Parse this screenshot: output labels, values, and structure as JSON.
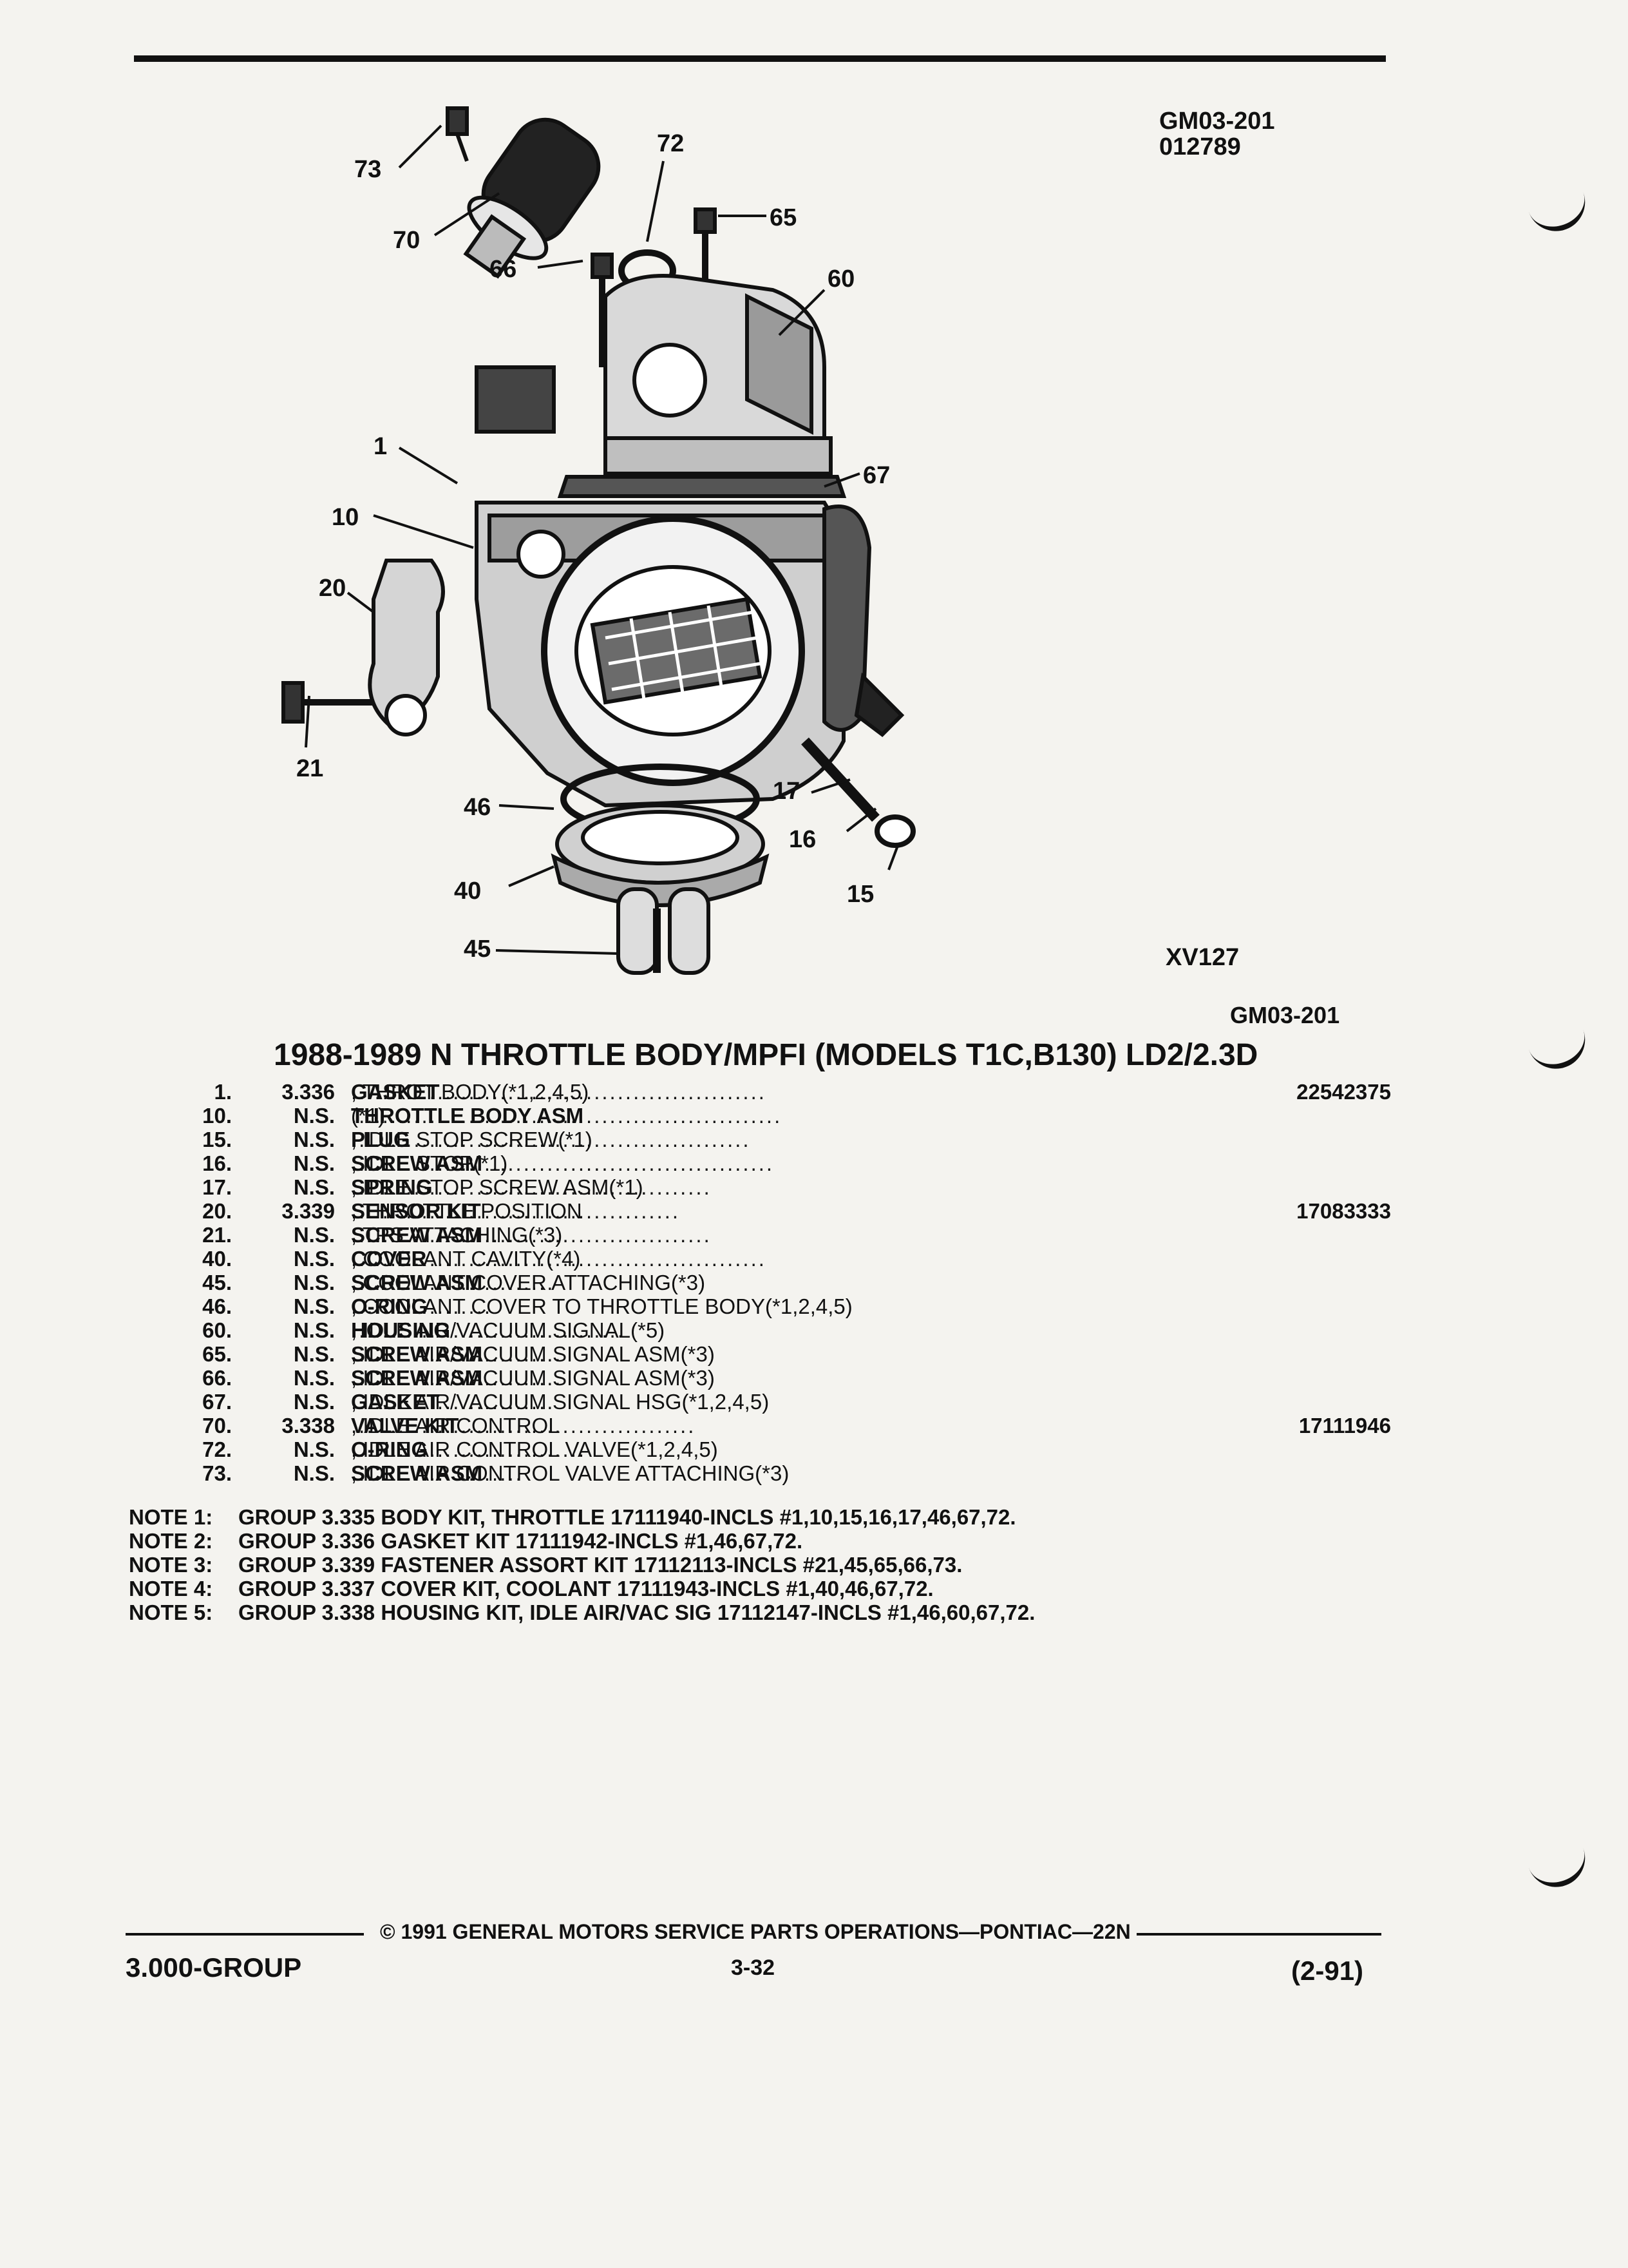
{
  "header": {
    "code_line1": "GM03-201",
    "code_line2": "012789"
  },
  "diagram": {
    "callouts": [
      "73",
      "72",
      "65",
      "70",
      "66",
      "60",
      "1",
      "67",
      "10",
      "20",
      "21",
      "46",
      "17",
      "16",
      "40",
      "15",
      "45"
    ],
    "illustration_code": "XV127"
  },
  "section_code": "GM03-201",
  "title": "1988-1989 N THROTTLE BODY/MPFI (MODELS T1C,B130) LD2/2.3D",
  "parts": [
    {
      "num": "1.",
      "group": "3.336",
      "name": "GASKET",
      "desc": ", THROT BODY(*1,2,4,5)",
      "part": "22542375"
    },
    {
      "num": "10.",
      "group": "N.S.",
      "name": "THROTTLE BODY ASM",
      "desc": "(*1)",
      "part": ""
    },
    {
      "num": "15.",
      "group": "N.S.",
      "name": "PLUG",
      "desc": ", IDLE STOP SCREW(*1)",
      "part": ""
    },
    {
      "num": "16.",
      "group": "N.S.",
      "name": "SCREW ASM",
      "desc": ", IDLE STOP(*1)",
      "part": ""
    },
    {
      "num": "17.",
      "group": "N.S.",
      "name": "SPRING",
      "desc": ", IDLE STOP SCREW ASM(*1)",
      "part": ""
    },
    {
      "num": "20.",
      "group": "3.339",
      "name": "SENSOR KIT",
      "desc": ", THROTTLE POSITION",
      "part": "17083333"
    },
    {
      "num": "21.",
      "group": "N.S.",
      "name": "SCREW ASM",
      "desc": ", TPS ATTACHING(*3)",
      "part": ""
    },
    {
      "num": "40.",
      "group": "N.S.",
      "name": "COVER",
      "desc": ", COOLANT CAVITY(*4)",
      "part": ""
    },
    {
      "num": "45.",
      "group": "N.S.",
      "name": "SCREW ASM",
      "desc": ", COOLANT COVER ATTACHING(*3)",
      "part": ""
    },
    {
      "num": "46.",
      "group": "N.S.",
      "name": "O-RING",
      "desc": ", COOLANT COVER TO THROTTLE BODY(*1,2,4,5)",
      "part": ""
    },
    {
      "num": "60.",
      "group": "N.S.",
      "name": "HOUSING",
      "desc": ", IDLE AIR/VACUUM SIGNAL(*5)",
      "part": ""
    },
    {
      "num": "65.",
      "group": "N.S.",
      "name": "SCREW ASM",
      "desc": ", IDLE AIR/VACUUM SIGNAL ASM(*3)",
      "part": ""
    },
    {
      "num": "66.",
      "group": "N.S.",
      "name": "SCREW ASM",
      "desc": ", IDLE AIR/VACUUM SIGNAL ASM(*3)",
      "part": ""
    },
    {
      "num": "67.",
      "group": "N.S.",
      "name": "GASKET",
      "desc": ", IDLE AIR/VACUUM SIGNAL HSG(*1,2,4,5)",
      "part": ""
    },
    {
      "num": "70.",
      "group": "3.338",
      "name": "VALVE KIT",
      "desc": ", IDLE AIR CONTROL",
      "part": "17111946"
    },
    {
      "num": "72.",
      "group": "N.S.",
      "name": "O-RING",
      "desc": ", IDLE AIR CONTROL VALVE(*1,2,4,5)",
      "part": ""
    },
    {
      "num": "73.",
      "group": "N.S.",
      "name": "SCREW ASM",
      "desc": ", IDLE AIR CONTROL VALVE ATTACHING(*3)",
      "part": ""
    }
  ],
  "notes": [
    {
      "label": "NOTE 1:",
      "text": "GROUP 3.335 BODY KIT, THROTTLE 17111940-INCLS #1,10,15,16,17,46,67,72."
    },
    {
      "label": "NOTE 2:",
      "text": "GROUP 3.336 GASKET KIT 17111942-INCLS #1,46,67,72."
    },
    {
      "label": "NOTE 3:",
      "text": "GROUP 3.339 FASTENER ASSORT KIT 17112113-INCLS #21,45,65,66,73."
    },
    {
      "label": "NOTE 4:",
      "text": "GROUP 3.337 COVER KIT, COOLANT 17111943-INCLS #1,40,46,67,72."
    },
    {
      "label": "NOTE 5:",
      "text": "GROUP 3.338 HOUSING KIT, IDLE AIR/VAC SIG 17112147-INCLS #1,46,60,67,72."
    }
  ],
  "footer": {
    "copyright": "© 1991 GENERAL MOTORS SERVICE PARTS OPERATIONS—PONTIAC—22N",
    "group": "3.000-GROUP",
    "page": "3-32",
    "date": "(2-91)"
  }
}
